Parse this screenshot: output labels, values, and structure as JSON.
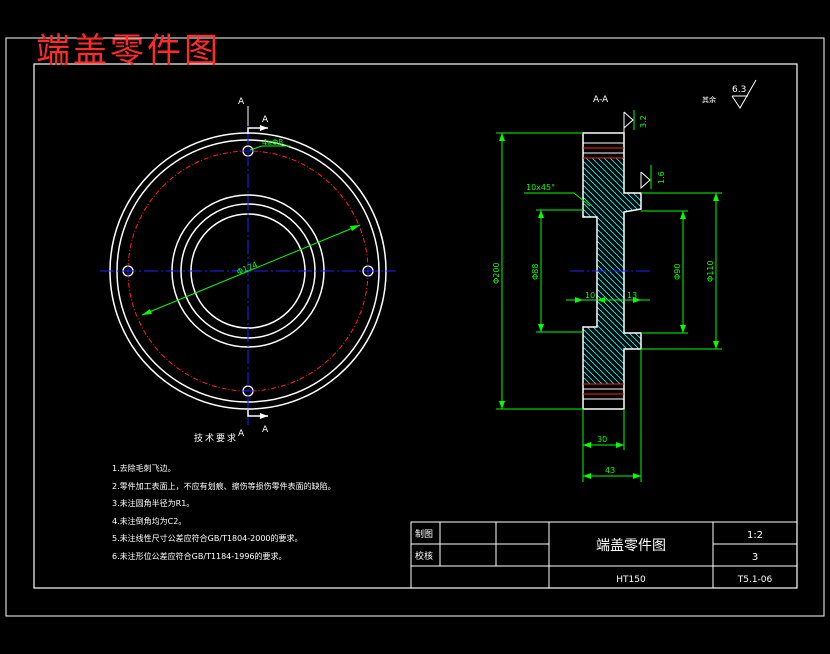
{
  "title": "端盖零件图",
  "section_label": "A-A",
  "section_marks": [
    "A",
    "A",
    "A",
    "A"
  ],
  "roughness": {
    "value": "6.3",
    "rest_label": "其余"
  },
  "dimensions": {
    "holes": "4xΦ8",
    "pcd": "Φ174",
    "outer": "Φ200",
    "bore": "Φ88",
    "hub": "Φ90",
    "spigot": "Φ110",
    "chamfer": "10x45°",
    "dim_10": "10",
    "dim_13": "13",
    "dim_30": "30",
    "dim_43": "43",
    "rough_1": "3.2",
    "rough_2": "1.6"
  },
  "tech_req": {
    "title": "技术要求",
    "items": [
      "1.去除毛刺飞边。",
      "2.零件加工表面上，不应有划痕、擦伤等损伤零件表面的缺陷。",
      "3.未注圆角半径为R1。",
      "4.未注倒角均为C2。",
      "5.未注线性尺寸公差应符合GB/T1804-2000的要求。",
      "6.未注形位公差应符合GB/T1184-1996的要求。"
    ]
  },
  "title_block": {
    "drawn_label": "制图",
    "checked_label": "校核",
    "part_name": "端盖零件图",
    "scale": "1:2",
    "quantity": "3",
    "material": "HT150",
    "code": "T5.1-06"
  },
  "colors": {
    "outline": "#ffffff",
    "dimension": "#00ff00",
    "centerline": "#0000ff",
    "hidden": "#ff0000",
    "hatch": "#00ffff",
    "title": "#ff2a2a"
  }
}
